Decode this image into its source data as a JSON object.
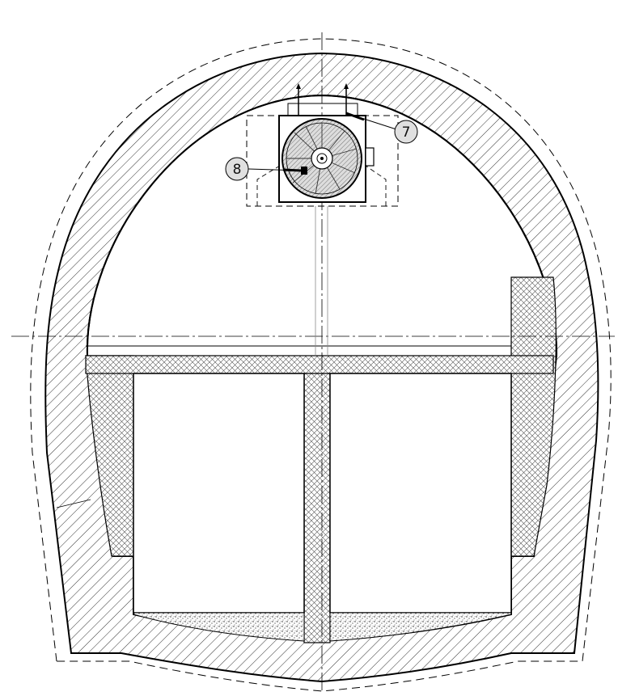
{
  "diagram": {
    "callouts": [
      {
        "id": "fan-callout",
        "label": "7"
      },
      {
        "id": "motor-callout",
        "label": "8"
      }
    ],
    "colors": {
      "line": "#000000",
      "hatch": "#333333",
      "fill_light": "#e8e8e8",
      "callout_fill": "#e0e0e0",
      "background": "#ffffff"
    }
  }
}
